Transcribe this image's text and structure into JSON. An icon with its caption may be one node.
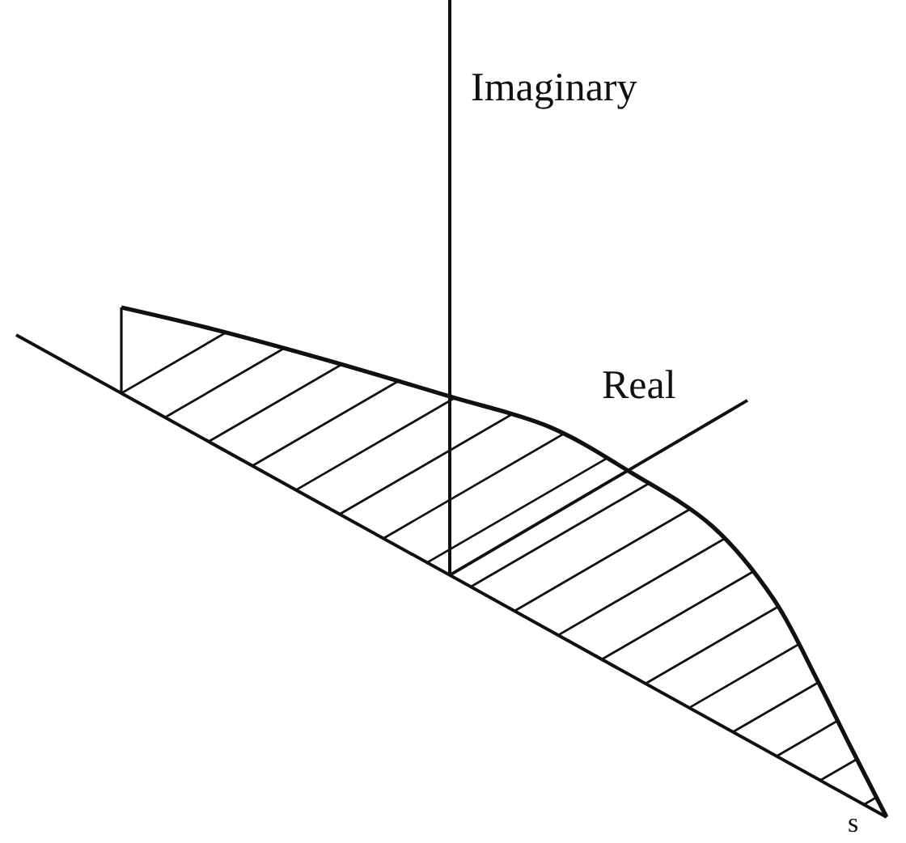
{
  "diagram": {
    "labels": [
      "Imaginary",
      "Real",
      "s"
    ]
  }
}
